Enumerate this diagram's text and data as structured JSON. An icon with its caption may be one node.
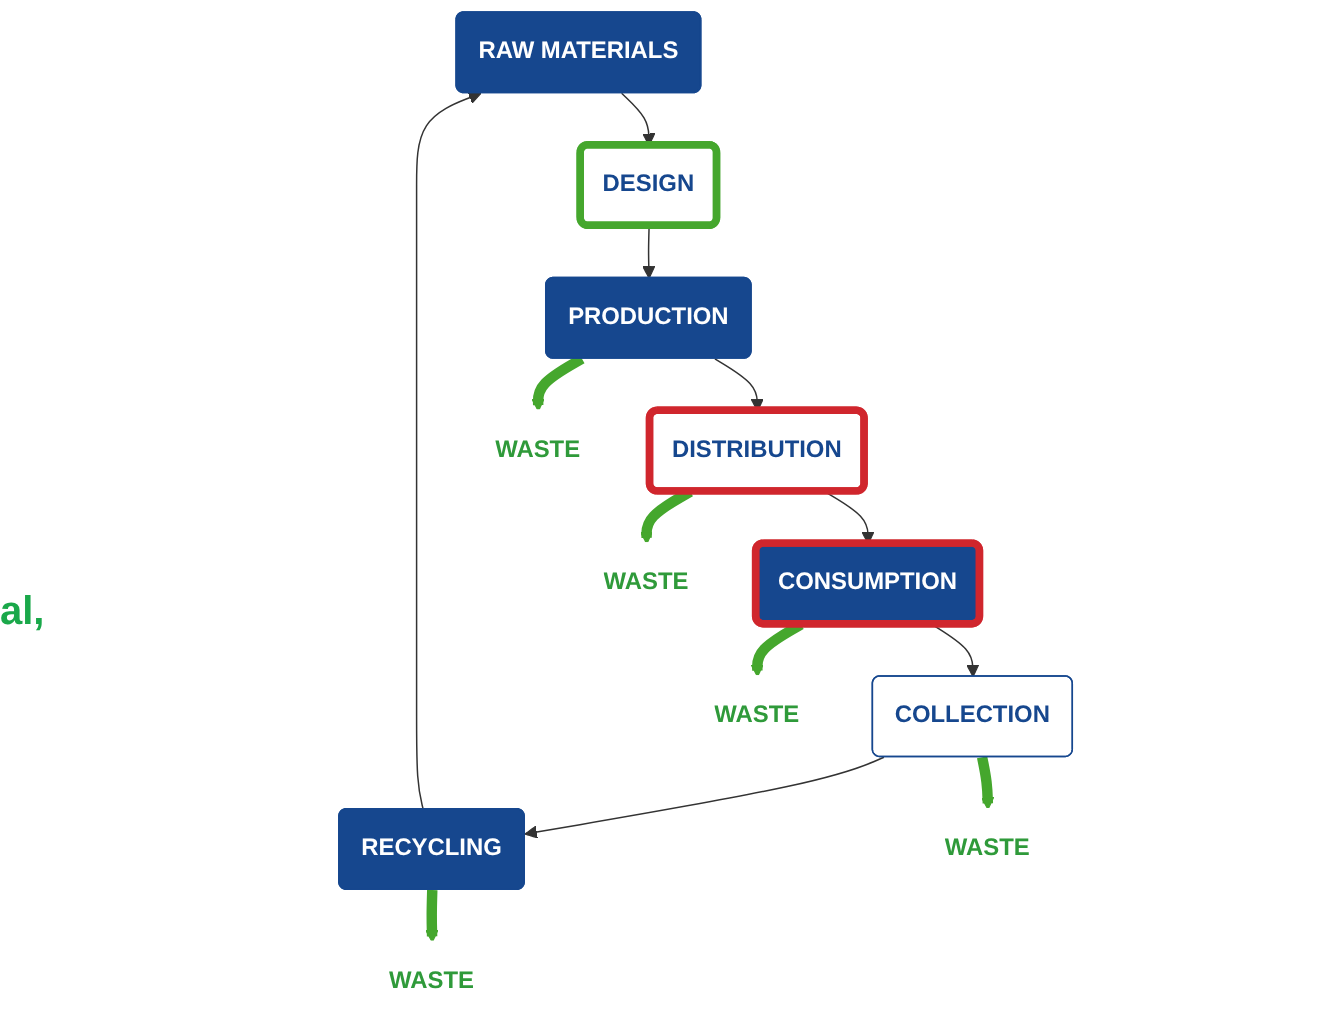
{
  "diagram": {
    "nodes": [
      {
        "text": [
          "RAW MATERIALS"
        ]
      },
      {
        "text": [
          "DESIGN"
        ]
      },
      {
        "text": [
          "PRODUCTION"
        ]
      },
      {
        "text": [
          "DISTRIBUTION"
        ]
      },
      {
        "text": [
          "CONSUMPTION"
        ]
      },
      {
        "text": [
          "COLLECTION"
        ]
      },
      {
        "text": [
          "RECYCLING"
        ]
      },
      {
        "text": [
          "WASTE"
        ]
      },
      {
        "text": [
          "WASTE"
        ]
      },
      {
        "text": [
          "WASTE"
        ]
      },
      {
        "text": [
          "WASTE"
        ]
      },
      {
        "text": [
          "WASTE"
        ]
      }
    ],
    "edges": [
      {
        "from": 0,
        "to": 1,
        "arrow": "to"
      },
      {
        "from": 1,
        "to": 2,
        "arrow": "to"
      },
      {
        "from": 2,
        "to": 3,
        "arrow": "to"
      },
      {
        "from": 3,
        "to": 4,
        "arrow": "to"
      },
      {
        "from": 4,
        "to": 5,
        "arrow": "to"
      },
      {
        "from": 5,
        "to": 6,
        "arrow": "to"
      },
      {
        "from": 6,
        "to": 0,
        "arrow": "to"
      },
      {
        "from": 6,
        "to": 7,
        "arrow": "to",
        "style": "thick",
        "color": "#45a72d"
      },
      {
        "from": 5,
        "to": 8,
        "arrow": "to",
        "style": "thick",
        "color": "#45a72d"
      },
      {
        "from": 2,
        "to": 9,
        "arrow": "to",
        "style": "thick",
        "color": "#45a72d"
      },
      {
        "from": 4,
        "to": 10,
        "arrow": "to",
        "style": "thick",
        "color": "#45a72d"
      },
      {
        "from": 3,
        "to": 11,
        "arrow": "to",
        "style": "thick",
        "color": "#45a72d"
      }
    ],
    "labels": [
      "al,"
    ]
  }
}
